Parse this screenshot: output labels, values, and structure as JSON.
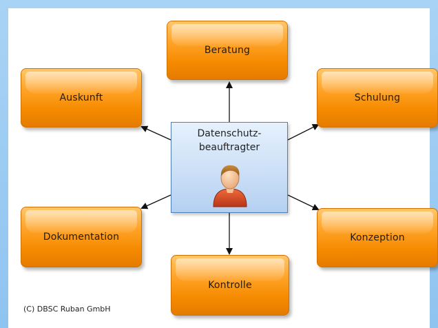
{
  "diagram": {
    "center": {
      "line1": "Datenschutz-",
      "line2": "beauftragter"
    },
    "nodes": {
      "beratung": "Beratung",
      "auskunft": "Auskunft",
      "schulung": "Schulung",
      "dokumentation": "Dokumentation",
      "konzeption": "Konzeption",
      "kontrolle": "Kontrolle"
    },
    "copyright": "(C) DBSC Ruban GmbH",
    "colors": {
      "node_fill": "#f68b00",
      "center_fill": "#c9def6",
      "background_border": "#8fc4f0"
    },
    "icons": {
      "center_icon": "person-icon"
    }
  }
}
